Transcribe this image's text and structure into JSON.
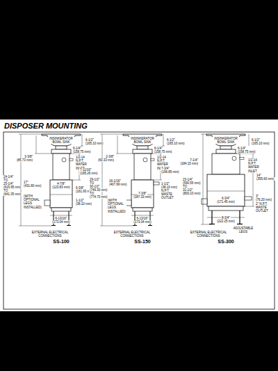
{
  "diagram": {
    "title": "DISPOSER MOUNTING",
    "labels": [
      "INSINKERATOR BOWL SINK",
      "6-1/4\"",
      "(158.75 mm)",
      "6-1/2\"",
      "(165.10 mm)",
      "3-3/8\"",
      "(85.73 mm)",
      "1/2-14 N.P.T. WATER INLET",
      "7-11/16\"",
      "(195.26 mm)",
      "24-1/4\"",
      "TO",
      "25-1/4\"",
      "(615.95 mm)",
      "TO",
      "(641.35 mm)",
      "17\"",
      "(431.80 mm)",
      "(WITH OPTIONAL LEGS INSTALLED)",
      "4-7/8\"",
      "(123.83 mm)",
      "6-3/8\"",
      "(161.93 mm)",
      "1-1/2\"",
      "(38.10 mm)",
      "6-13/16\"",
      "(173.04 mm)",
      "EXTERNAL ELECTRICAL CONNECTIONS",
      "SS-100",
      "INSINKERATOR BOWL SINK",
      "6-1/4\"",
      "(158.75 mm)",
      "6-1/2\"",
      "(165.10 mm)",
      "2-3/8\"",
      "(60.33 mm)",
      "1/2-14 N.P.T. WATER INLET",
      "7-3/4\"",
      "(196.85 mm)",
      "29-1/2\"",
      "TO",
      "30-1/2\"",
      "(749.30 mm)",
      "TO",
      "(774.70 mm)",
      "16-1/16\"",
      "(407.99 mm)",
      "(WITH OPTIONAL LEGS INSTALLED)",
      "7-3/8\"",
      "(187.33 mm)",
      "1-1/2\"",
      "(38.10 mm)",
      "N.P.T. WASTE OUTLET",
      "6-13/16\"",
      "(173.04 mm)",
      "EXTERNAL ELECTRICAL CONNECTIONS",
      "SS-150",
      "INSINKERATOR BOWL SINK",
      "6-1/4\"",
      "(158.75 mm)",
      "6-1/2\"",
      "(165.10 mm)",
      "1/2-14 N.P.T. WATER INLET",
      "7-1/4\"",
      "(184.15 mm)",
      "14\"",
      "(355.60 mm)",
      "23-1/4\"",
      "(590.55 mm)",
      "TO",
      "31-1/2\"",
      "(800.10 mm)",
      "3\"",
      "(76.20 mm)",
      "2\" N.P.T. WASTE OUTLET",
      "6-3/4\"",
      "(171.45 mm)",
      "8-3/4\"",
      "(222.25 mm)",
      "EXTERNAL ELECTRICAL CONNECTIONS",
      "ADJUSTABLE LEGS",
      "SS-300"
    ]
  }
}
